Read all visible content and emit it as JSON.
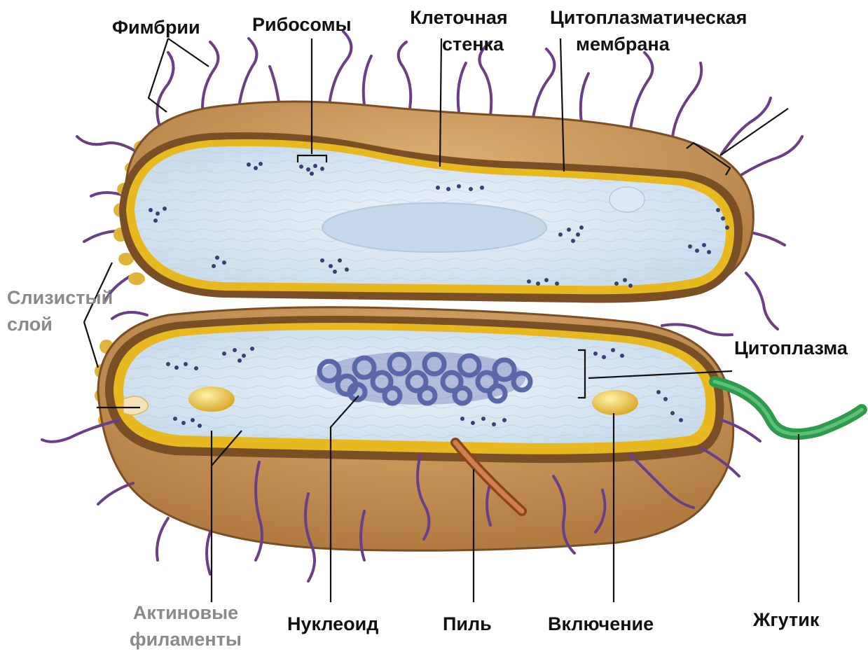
{
  "labels": {
    "fimbriae": "Фимбрии",
    "ribosomes": "Рибосомы",
    "cell_wall_line1": "Клеточная",
    "cell_wall_line2": "стенка",
    "cytoplasmic_membrane_line1": "Цитоплазматическая",
    "cytoplasmic_membrane_line2": "мембрана",
    "slime_layer_line1": "Слизистый",
    "slime_layer_line2": "слой",
    "cytoplasm": "Цитоплазма",
    "actin_filaments_line1": "Актиновые",
    "actin_filaments_line2": "филаменты",
    "nucleoid": "Нуклеоид",
    "pilus": "Пиль",
    "inclusion": "Включение",
    "flagellum": "Жгутик"
  },
  "colors": {
    "label_text": "#111111",
    "label_gray": "#8a8a8a",
    "outer_shell": "#c8955a",
    "wall_dark": "#7a4f26",
    "membrane_yellow": "#e8b820",
    "cytoplasm_blue": "#d6e7f3",
    "ribosome": "#3c4070",
    "nucleoid": "#5a67a8",
    "inclusion": "#f0cf4a",
    "fimbriae": "#6a3f8a",
    "flagellum": "#2f9a4e",
    "pilus": "#b5622e",
    "slime": "#e0b43a"
  }
}
